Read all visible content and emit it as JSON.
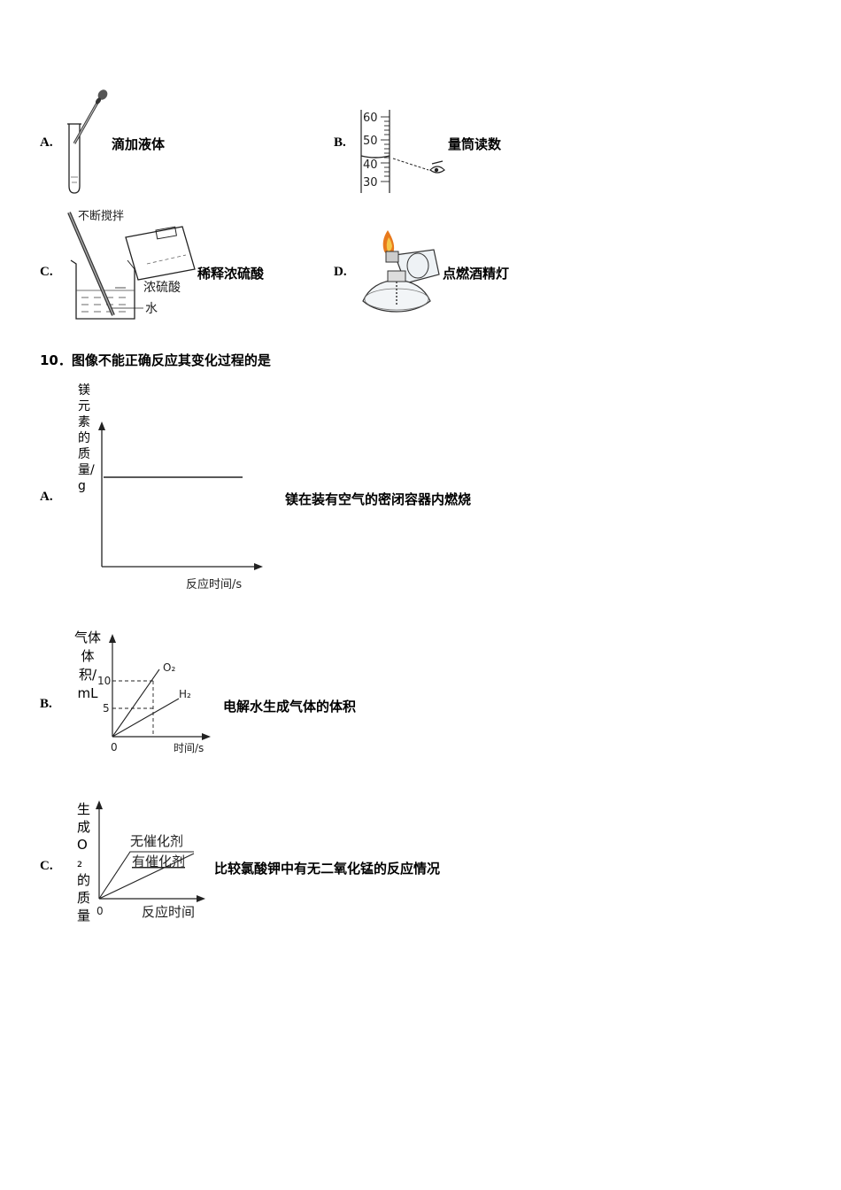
{
  "q9_options": [
    {
      "letter": "A.",
      "caption": "滴加液体"
    },
    {
      "letter": "B.",
      "caption": "量筒读数"
    },
    {
      "letter": "C.",
      "caption": "稀释浓硫酸"
    },
    {
      "letter": "D.",
      "caption": "点燃酒精灯"
    }
  ],
  "q9_figures": {
    "cylinder_ticks": [
      "60",
      "50",
      "40",
      "30"
    ],
    "dilution_labels": {
      "stir": "不断搅拌",
      "acid": "浓硫酸",
      "water": "水"
    }
  },
  "q10": {
    "title": "10．图像不能正确反应其变化过程的是",
    "options": [
      {
        "letter": "A.",
        "caption": "镁在装有空气的密闭容器内燃烧",
        "chart_data": {
          "type": "line",
          "ylabel": "镁元素的质量/g",
          "xlabel": "反应时间/s",
          "series": [
            {
              "x": [
                0,
                1
              ],
              "y": [
                1,
                1
              ]
            }
          ]
        }
      },
      {
        "letter": "B.",
        "caption": "电解水生成气体的体积",
        "chart_data": {
          "type": "line",
          "ylabel": "气体体积/mL",
          "xlabel": "时间/s",
          "origin_label": "0",
          "yticks": [
            "10",
            "5"
          ],
          "series": [
            {
              "name": "O₂",
              "x": [
                0,
                1
              ],
              "y": [
                0,
                10
              ]
            },
            {
              "name": "H₂",
              "x": [
                0,
                1
              ],
              "y": [
                0,
                5
              ]
            }
          ]
        }
      },
      {
        "letter": "C.",
        "caption": "比较氯酸钾中有无二氧化锰的反应情况",
        "chart_data": {
          "type": "line",
          "ylabel": "生成O₂的质量",
          "xlabel": "反应时间",
          "origin_label": "0",
          "series": [
            {
              "name": "无催化剂",
              "x": [
                0,
                1,
                3
              ],
              "y": [
                0,
                1,
                1
              ]
            },
            {
              "name": "有催化剂",
              "x": [
                0,
                3
              ],
              "y": [
                0,
                1
              ]
            }
          ]
        }
      }
    ]
  }
}
